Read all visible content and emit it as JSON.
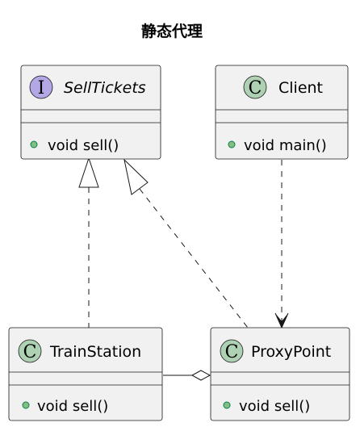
{
  "diagram": {
    "title": "静态代理",
    "classes": [
      {
        "id": "sell-tickets",
        "name": "SellTickets",
        "stereotype_letter": "I",
        "stereotype_color": "#b4a7e5",
        "italic": true,
        "method": "void sell()"
      },
      {
        "id": "client",
        "name": "Client",
        "stereotype_letter": "C",
        "stereotype_color": "#add1b2",
        "italic": false,
        "method": "void main()"
      },
      {
        "id": "train-station",
        "name": "TrainStation",
        "stereotype_letter": "C",
        "stereotype_color": "#add1b2",
        "italic": false,
        "method": "void sell()"
      },
      {
        "id": "proxy-point",
        "name": "ProxyPoint",
        "stereotype_letter": "C",
        "stereotype_color": "#add1b2",
        "italic": false,
        "method": "void sell()"
      }
    ],
    "relations": [
      {
        "from": "TrainStation",
        "to": "SellTickets",
        "type": "realization"
      },
      {
        "from": "ProxyPoint",
        "to": "SellTickets",
        "type": "realization"
      },
      {
        "from": "Client",
        "to": "ProxyPoint",
        "type": "dependency"
      },
      {
        "from": "TrainStation",
        "to": "ProxyPoint",
        "type": "aggregation"
      }
    ],
    "colors": {
      "box_fill": "#f1f1f1",
      "line": "#181818",
      "public_method_dot": "#84be84",
      "public_method_dot_border": "#038048"
    }
  }
}
